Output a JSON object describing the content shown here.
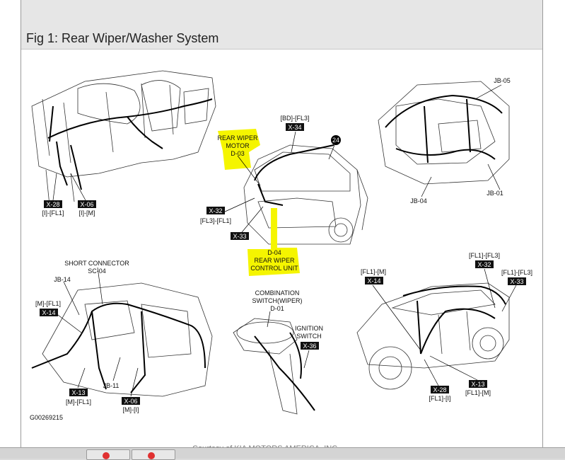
{
  "window": {
    "title": "Fig 1: Rear Wiper/Washer System"
  },
  "highlight_color": "#f5f500",
  "connector_box_color": "#111111",
  "figure_id": "G00269215",
  "footer_partial": "Courtesy of KIA MOTORS AMERICA, INC.",
  "labels": {
    "d03_title": "REAR WIPER",
    "d03_line2": "MOTOR",
    "d03_code": "D-03",
    "bd_fl3": "[BD]-[FL3]",
    "x34": "X-34",
    "d04_code": "D-04",
    "d04_title": "REAR WIPER",
    "d04_line2": "CONTROL UNIT",
    "x32_mid": "X-32",
    "fl3_fl1": "[FL3]-[FL1]",
    "x33_mid": "X-33",
    "jb05": "JB-05",
    "jb01": "JB-01",
    "jb04": "JB-04",
    "x28_top": "X-28",
    "i_fl1": "[I]-[FL1]",
    "x06_top": "X-06",
    "i_m": "[I]-[M]",
    "short_conn": "SHORT CONNECTOR",
    "sc04": "SC-04",
    "jb14": "JB-14",
    "m_fl1_left": "[M]-[FL1]",
    "x14_left": "X-14",
    "x13_bl": "X-13",
    "m_fl1_bl": "[M]-[FL1]",
    "jb11": "JB-11",
    "x06_bl": "X-06",
    "m_i": "[M]-[I]",
    "comb_sw": "COMBINATION",
    "sw_wiper": "SWITCH(WIPER)",
    "d01": "D-01",
    "ign": "IGNITION",
    "ign_sw": "SWITCH",
    "x36": "X-36",
    "fl1_m_r": "[FL1]-[M]",
    "x14_r": "X-14",
    "fl1_fl3_a": "[FL1]-[FL3]",
    "x32_r": "X-32",
    "fl1_fl3_b": "[FL1]-[FL3]",
    "x33_r": "X-33",
    "x28_br": "X-28",
    "fl1_i": "[FL1]-[I]",
    "x13_br": "X-13",
    "fl1_m_br": "[FL1]-[M]",
    "circle_num": "24"
  }
}
